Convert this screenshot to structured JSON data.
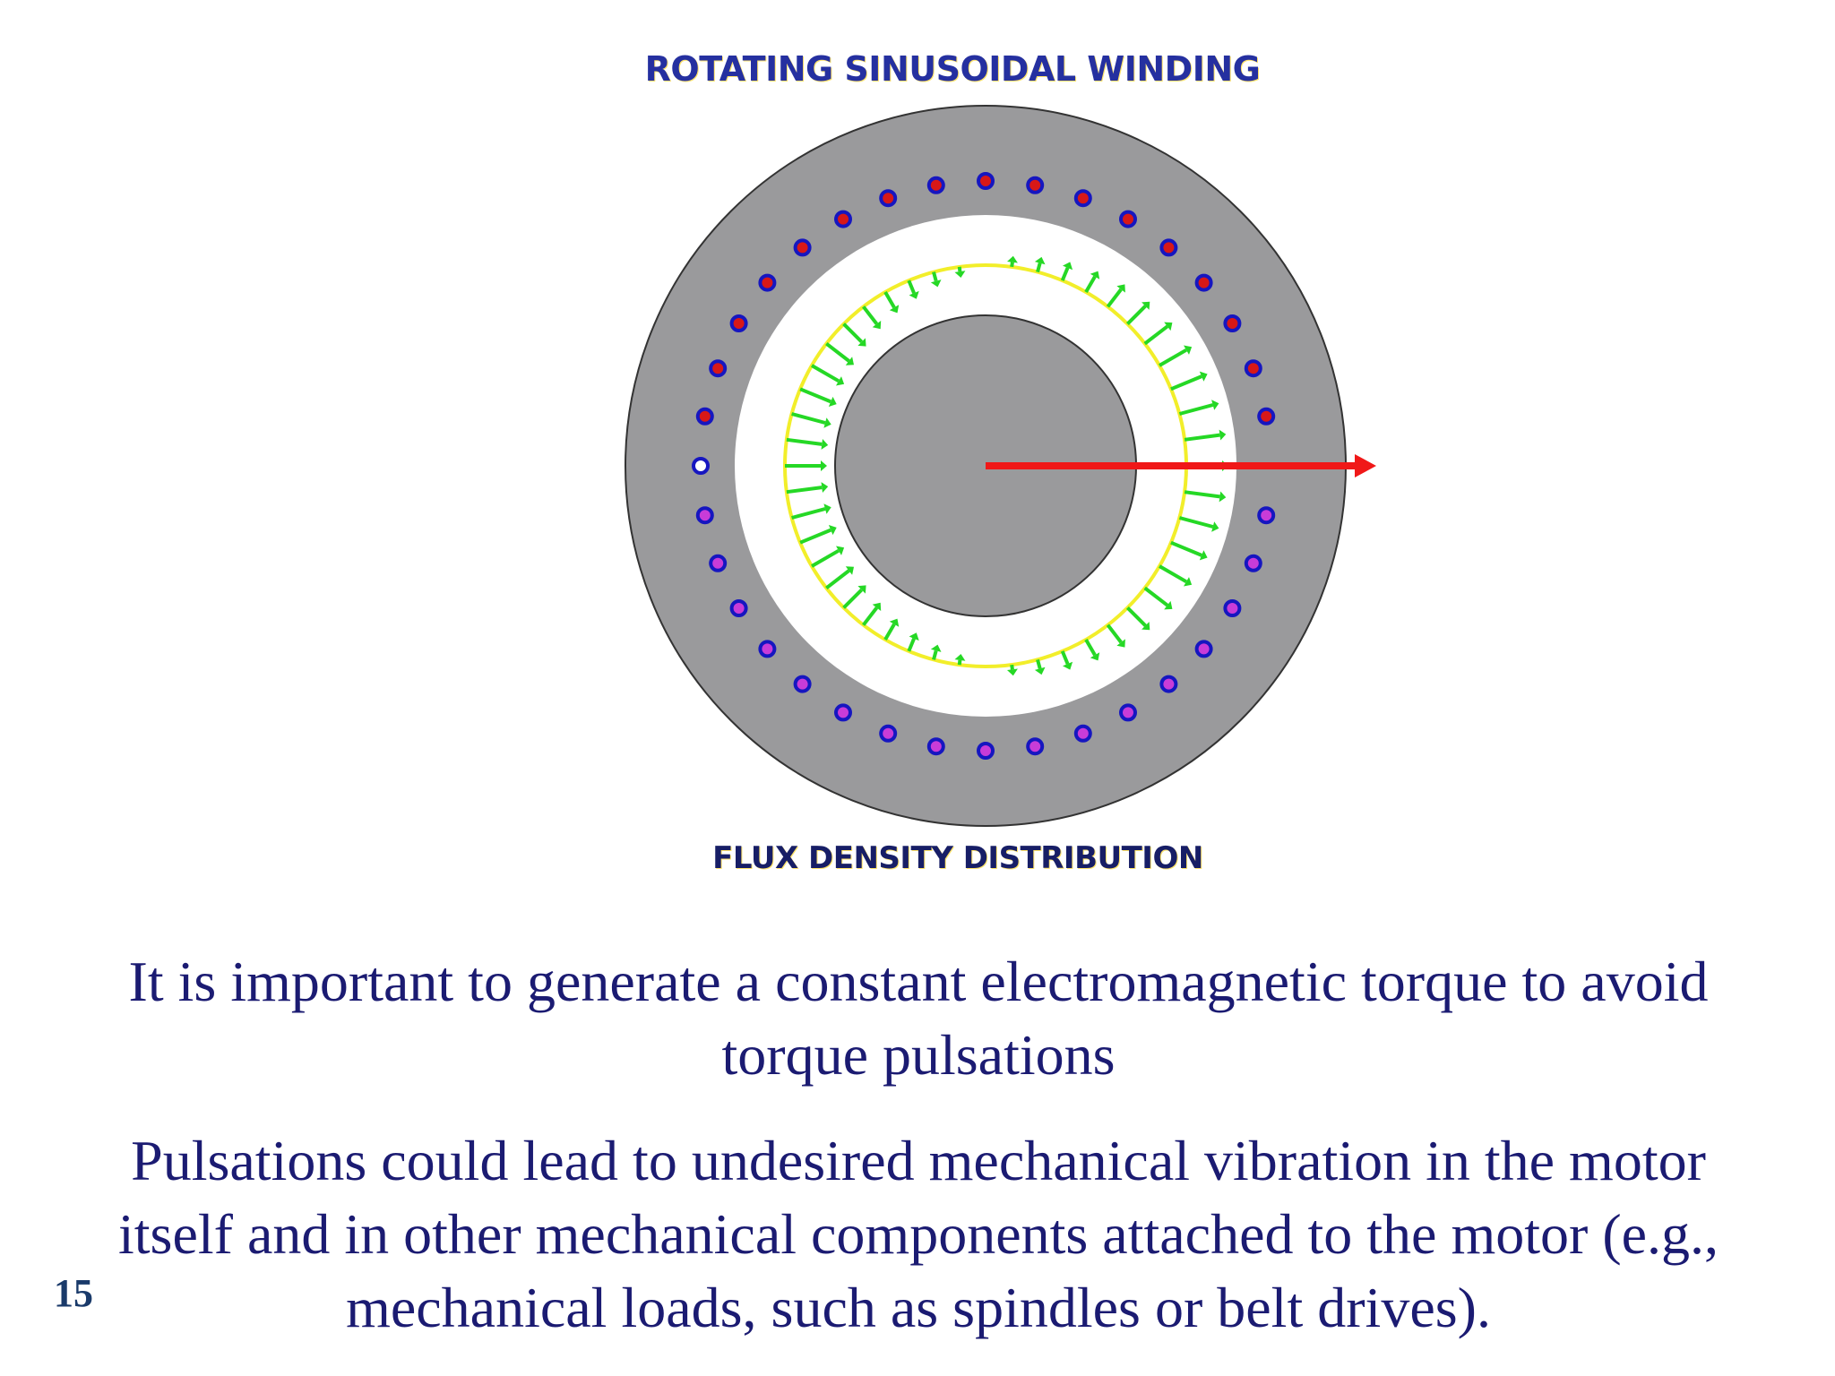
{
  "diagram": {
    "title": "ROTATING SINUSOIDAL WINDING",
    "subtitle": "FLUX DENSITY DISTRIBUTION",
    "colors": {
      "stator": "#9a9a9c",
      "rotor": "#9a9a9c",
      "air_gap": "#ffffff",
      "flux_circle": "#f2ee2a",
      "flux_arrows": "#25d825",
      "conductor_red": "#d81818",
      "conductor_magenta": "#c83cd8",
      "conductor_outline": "#1616c0",
      "field_vector": "#f01818"
    }
  },
  "text": {
    "paragraph1": "It is important to generate a constant electromagnetic torque to avoid torque pulsations",
    "paragraph2": "Pulsations could lead to undesired mechanical vibration in the motor itself and in other mechanical components attached to the motor (e.g., mechanical loads, such as spindles or belt drives).",
    "page_number": "15"
  }
}
